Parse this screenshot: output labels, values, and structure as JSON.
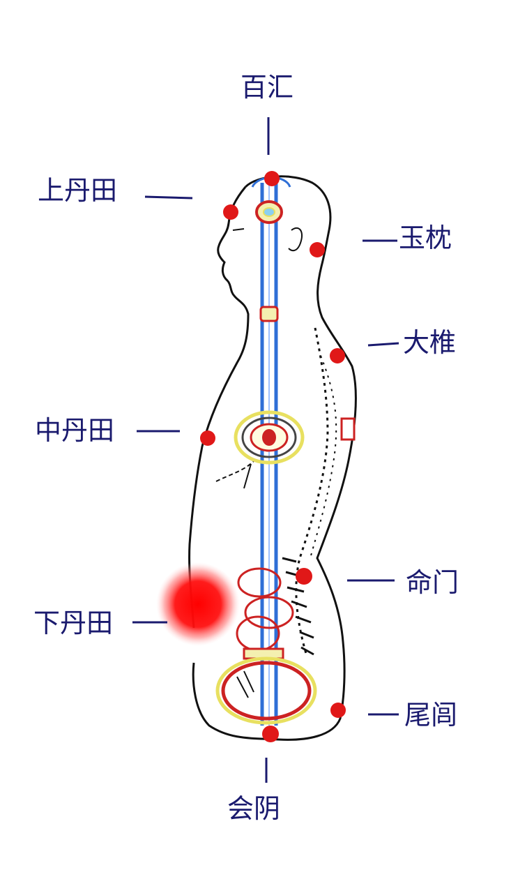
{
  "colors": {
    "label": "#1a1a6e",
    "leader": "#1a1a6e",
    "outline": "#111111",
    "channel": "#2f6fd6",
    "point": "#e01818",
    "ring_yellow": "#e8e060",
    "ring_red": "#cc2222",
    "glow": "#ff1a1a"
  },
  "labels": {
    "baihui": "百汇",
    "upper_dantian": "上丹田",
    "yuzhen": "玉枕",
    "dazhui": "大椎",
    "middle_dantian": "中丹田",
    "mingmen": "命门",
    "lower_dantian": "下丹田",
    "weilu": "尾闾",
    "huiyin": "会阴"
  }
}
